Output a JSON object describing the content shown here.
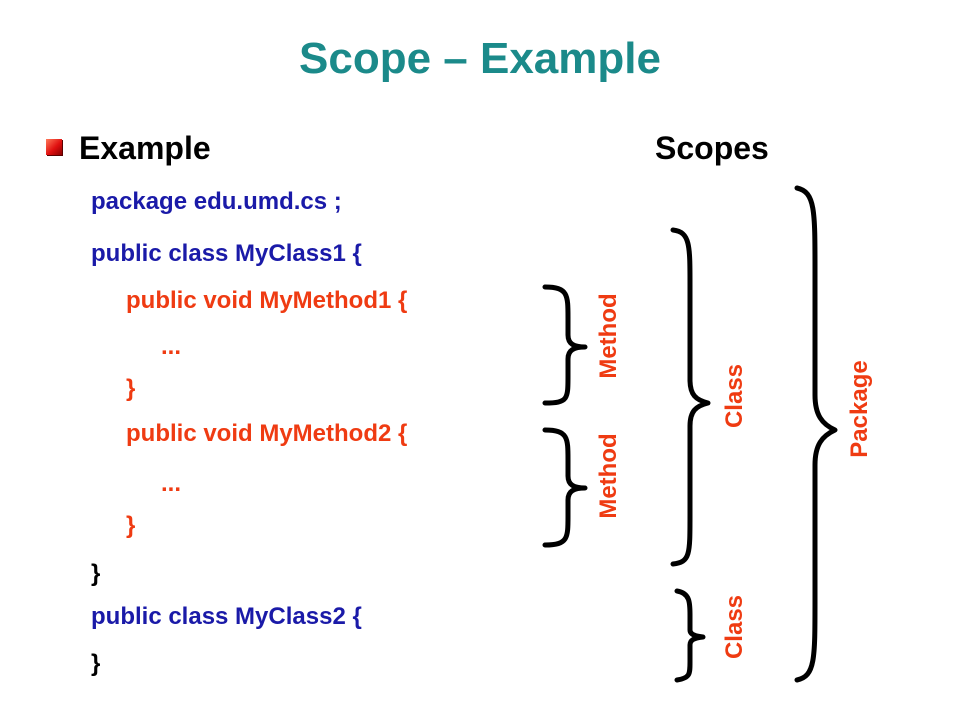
{
  "slide": {
    "title": "Scope – Example"
  },
  "headings": {
    "example": "Example",
    "scopes": "Scopes"
  },
  "code_lines": [
    "package edu.umd.cs ;",
    "public class MyClass1 {",
    "public void MyMethod1 {",
    "...",
    "}",
    "public void MyMethod2 {",
    "...",
    "}",
    "}",
    "public class MyClass2 {",
    "}"
  ],
  "scope_labels": {
    "method_1": "Method",
    "method_2": "Method",
    "class_1": "Class",
    "class_2": "Class",
    "package": "Package"
  },
  "colors": {
    "title": "#1b8a8a",
    "code_outer": "#1a1aa8",
    "code_inner": "#ef3b12",
    "closing_brace": "#000000",
    "scope_label": "#ef3b12",
    "bracket": "#000000"
  }
}
